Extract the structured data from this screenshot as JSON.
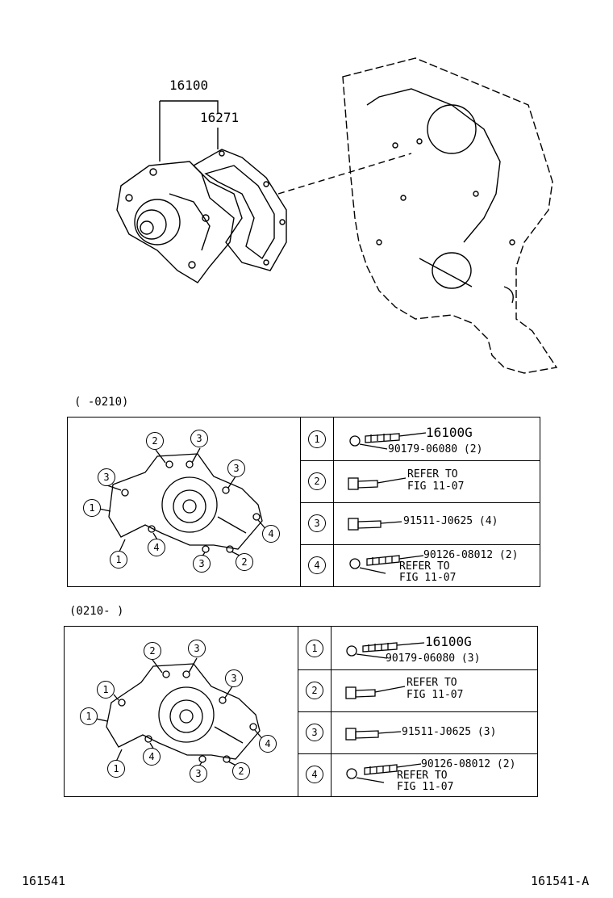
{
  "top_callouts": {
    "pump": "16100",
    "gasket": "16271"
  },
  "tables": [
    {
      "range": "(      -0210)",
      "rows": [
        {
          "index": "1",
          "lines": [
            "16100G",
            "90179-06080 (2)"
          ]
        },
        {
          "index": "2",
          "lines": [
            "REFER TO",
            "FIG 11-07"
          ]
        },
        {
          "index": "3",
          "lines": [
            "91511-J0625 (4)"
          ]
        },
        {
          "index": "4",
          "lines": [
            "90126-08012 (2)",
            "REFER TO",
            "FIG 11-07"
          ]
        }
      ],
      "diagram_callouts": [
        "2",
        "3",
        "3",
        "3",
        "1",
        "4",
        "4",
        "1",
        "3",
        "2"
      ]
    },
    {
      "range": "(0210-      )",
      "rows": [
        {
          "index": "1",
          "lines": [
            "16100G",
            "90179-06080 (3)"
          ]
        },
        {
          "index": "2",
          "lines": [
            "REFER TO",
            "FIG 11-07"
          ]
        },
        {
          "index": "3",
          "lines": [
            "91511-J0625 (3)"
          ]
        },
        {
          "index": "4",
          "lines": [
            "90126-08012 (2)",
            "REFER TO",
            "FIG 11-07"
          ]
        }
      ],
      "diagram_callouts": [
        "2",
        "3",
        "1",
        "3",
        "1",
        "4",
        "4",
        "1",
        "3",
        "2"
      ]
    }
  ],
  "footer": {
    "left": "161541",
    "right": "161541-A"
  }
}
